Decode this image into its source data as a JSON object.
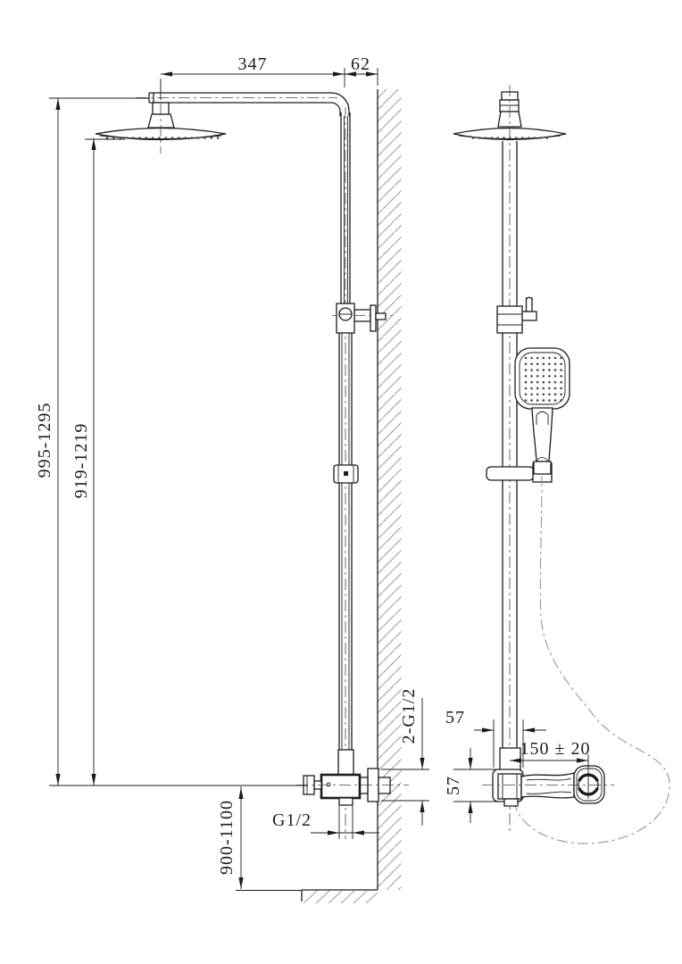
{
  "drawing": {
    "type": "technical-dimension-drawing",
    "subject": "shower-column-two-views",
    "colors": {
      "background": "#ffffff",
      "line": "#1c1c1c",
      "hatch": "#9a9a9a",
      "hose_centerline": "#8a8a8a"
    },
    "dimensions": {
      "arm_length": "347",
      "wall_offset": "62",
      "height_overall": "995-1295",
      "height_head": "919-1219",
      "mixer_height": "900-1100",
      "wall_threads": "2-G1/2",
      "outlet_thread": "G1/2",
      "front_top_width": "57",
      "front_body_height": "57",
      "inlet_spacing": "150 ± 20"
    }
  }
}
